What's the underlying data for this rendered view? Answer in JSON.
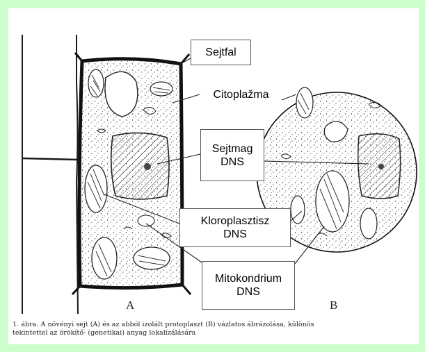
{
  "figure": {
    "labels": {
      "sejtfal": "Sejtfal",
      "citoplazma": "Citoplažma",
      "sejtmag_line1": "Sejtmag",
      "sejtmag_line2": "DNS",
      "kloroplasztisz_line1": "Kloroplasztisz",
      "kloroplasztisz_line2": "DNS",
      "mitokondrium_line1": "Mitokondrium",
      "mitokondrium_line2": "DNS"
    },
    "panel_letters": {
      "a": "A",
      "b": "B"
    },
    "caption_line1": "1. ábra. A növényi sejt (A) és az abból izolált protoplaszt (B) vázlatos ábrázolása, különös",
    "caption_line2": "tekintettel az örökítő- (genetikai) anyag lokalizálására"
  },
  "colors": {
    "background": "#ccffcc",
    "panel": "#ffffff",
    "ink": "#1a1a1a"
  }
}
